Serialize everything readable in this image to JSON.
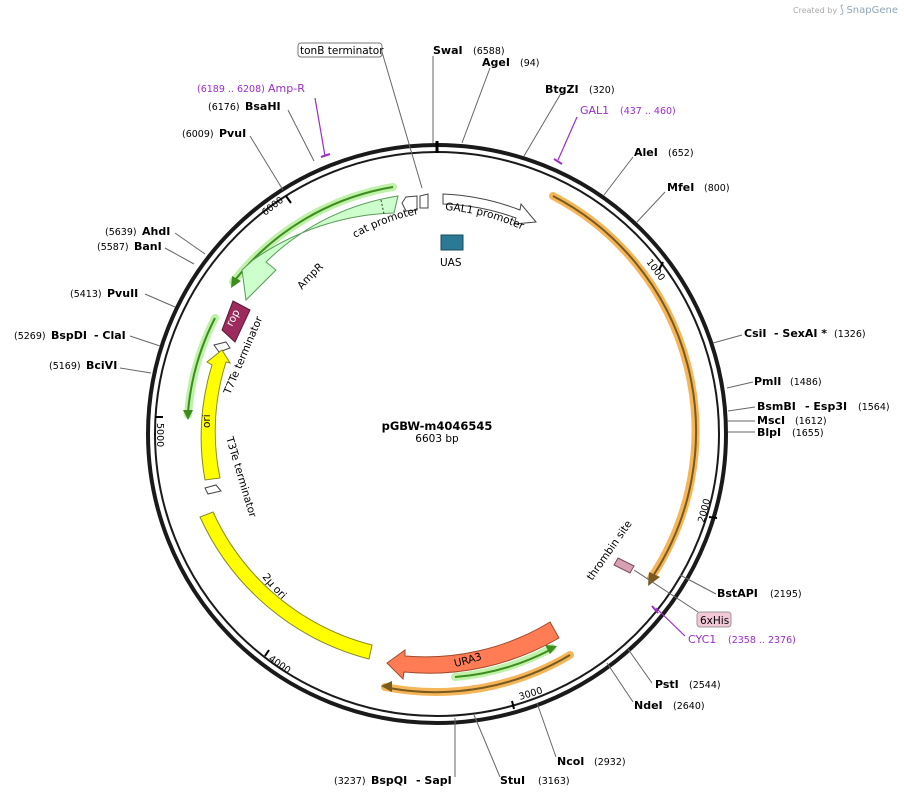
{
  "credit": {
    "prefix": "Created by",
    "logo_icon": "snapgene-logo-icon",
    "brand": "SnapGene"
  },
  "plasmid": {
    "name": "pGBW-m4046545",
    "size": "6603 bp"
  },
  "ticks": [
    "1000",
    "2000",
    "3000",
    "4000",
    "5000",
    "6000"
  ],
  "sites": [
    {
      "name": "SwaI",
      "pos": "(6588)"
    },
    {
      "name": "AgeI",
      "pos": "(94)"
    },
    {
      "name": "BtgZI",
      "pos": "(320)"
    },
    {
      "name": "AleI",
      "pos": "(652)"
    },
    {
      "name": "MfeI",
      "pos": "(800)"
    },
    {
      "name": "CsiI",
      "pos": "(1326)",
      "extra": "- SexAI *"
    },
    {
      "name": "PmlI",
      "pos": "(1486)"
    },
    {
      "name": "BsmBI",
      "pos": "(1564)",
      "extra": "- Esp3I"
    },
    {
      "name": "MscI",
      "pos": "(1612)"
    },
    {
      "name": "BlpI",
      "pos": "(1655)"
    },
    {
      "name": "BstAPI",
      "pos": "(2195)"
    },
    {
      "name": "PstI",
      "pos": "(2544)"
    },
    {
      "name": "NdeI",
      "pos": "(2640)"
    },
    {
      "name": "NcoI",
      "pos": "(2932)"
    },
    {
      "name": "StuI",
      "pos": "(3163)"
    },
    {
      "name": "BspQI",
      "pos": "(3237)",
      "extra": "- SapI"
    },
    {
      "name": "BciVI",
      "pos": "(5169)"
    },
    {
      "name": "BspDI",
      "pos": "(5269)",
      "extra": "- ClaI"
    },
    {
      "name": "PvuII",
      "pos": "(5413)"
    },
    {
      "name": "BanI",
      "pos": "(5587)"
    },
    {
      "name": "AhdI",
      "pos": "(5639)"
    },
    {
      "name": "PvuI",
      "pos": "(6009)"
    },
    {
      "name": "BsaHI",
      "pos": "(6176)"
    }
  ],
  "primers": [
    {
      "name": "Amp-R",
      "pos": "(6189 .. 6208)"
    },
    {
      "name": "GAL1",
      "pos": "(437 .. 460)"
    },
    {
      "name": "CYC1",
      "pos": "(2358 .. 2376)"
    }
  ],
  "feature_labels": {
    "tonb_terminator": "tonB terminator",
    "cat_promoter": "cat promoter",
    "gal1_promoter": "GAL1 promoter",
    "uas": "UAS",
    "ampr": "AmpR",
    "rop": "rop",
    "t7te_terminator": "T7Te terminator",
    "ori": "ori",
    "t3te_terminator": "T3Te terminator",
    "two_micron_ori": "2μ ori",
    "ura3": "URA3",
    "thrombin_site": "thrombin site",
    "his_tag": "6xHis"
  },
  "colors": {
    "backbone": "#1a1a1a",
    "orf": "#f5b65a",
    "orf_line": "#7a5a1e",
    "ampr": "#ccffcc",
    "green_orf": "#3c8c1e",
    "rop": "#9c2a5c",
    "ori": "#ffff00",
    "ura3": "#ff7c55",
    "uas": "#2a7a96",
    "primer": "#9a2ec9",
    "his_tag": "#f2c8d8",
    "thrombin": "#d7a0b5"
  }
}
